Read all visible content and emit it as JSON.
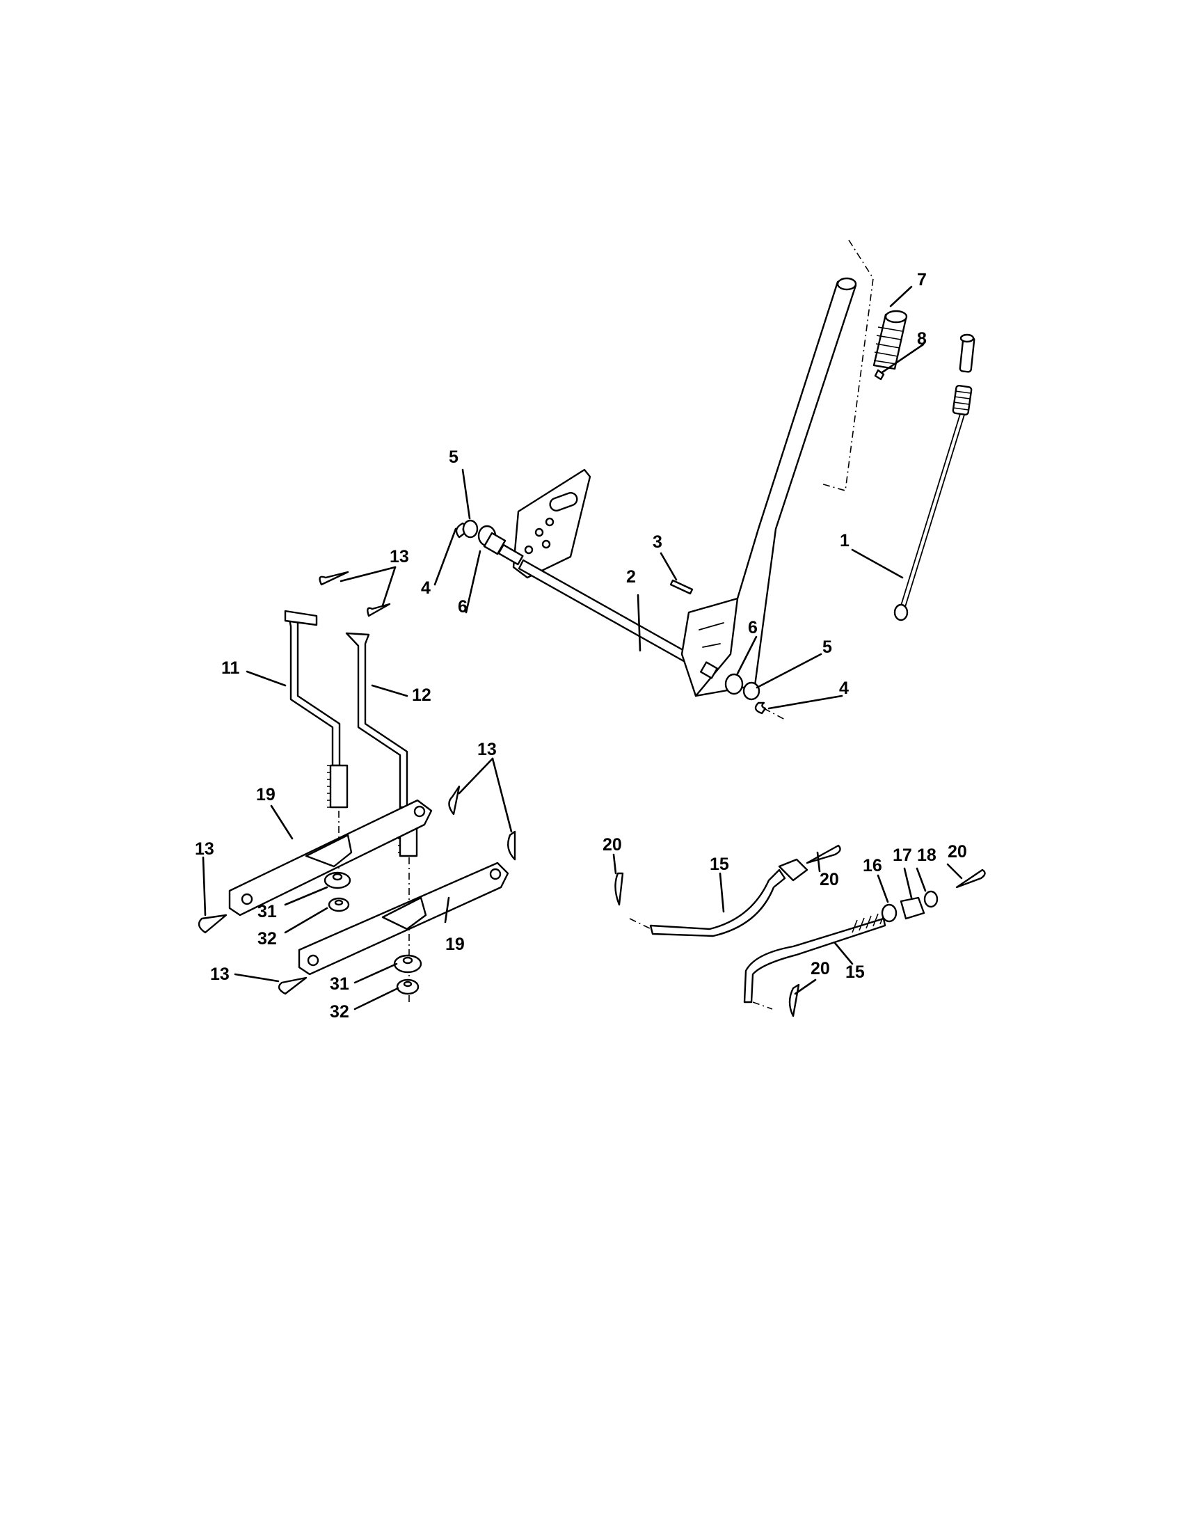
{
  "callouts": {
    "c1": "1",
    "c2": "2",
    "c3": "3",
    "c4a": "4",
    "c4b": "4",
    "c5a": "5",
    "c5b": "5",
    "c6a": "6",
    "c6b": "6",
    "c7": "7",
    "c8": "8",
    "c11": "11",
    "c12": "12",
    "c13a": "13",
    "c13b": "13",
    "c13c": "13",
    "c13d": "13",
    "c15a": "15",
    "c15b": "15",
    "c16": "16",
    "c17": "17",
    "c18": "18",
    "c19a": "19",
    "c19b": "19",
    "c20a": "20",
    "c20b": "20",
    "c20c": "20",
    "c20d": "20",
    "c31a": "31",
    "c31b": "31",
    "c32a": "32",
    "c32b": "32"
  }
}
